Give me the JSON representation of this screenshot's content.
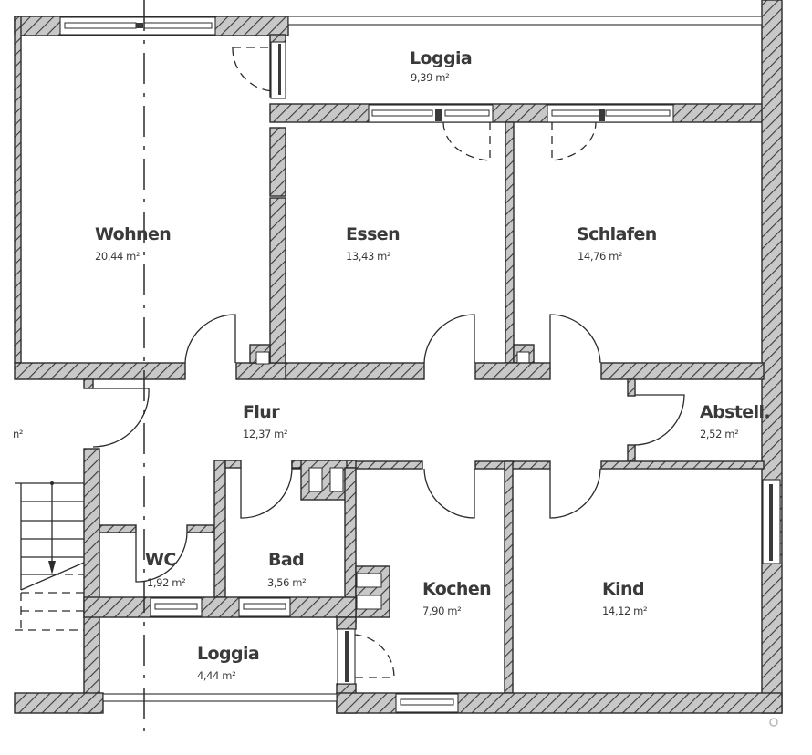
{
  "plan": {
    "type": "floor-plan",
    "colors": {
      "wall_fill": "#c8c8c8",
      "wall_hatch": "#3a3a3a",
      "line": "#2b2b2b",
      "text": "#3a3a3a",
      "background": "#ffffff"
    },
    "rooms": [
      {
        "id": "loggia-top",
        "name": "Loggia",
        "area": "9,39 m²"
      },
      {
        "id": "wohnen",
        "name": "Wohnen",
        "area": "20,44 m²"
      },
      {
        "id": "essen",
        "name": "Essen",
        "area": "13,43 m²"
      },
      {
        "id": "schlafen",
        "name": "Schlafen",
        "area": "14,76 m²"
      },
      {
        "id": "flur",
        "name": "Flur",
        "area": "12,37 m²"
      },
      {
        "id": "abstell",
        "name": "Abstell.",
        "area": "2,52 m²"
      },
      {
        "id": "wc",
        "name": "WC",
        "area": "1,92 m²"
      },
      {
        "id": "bad",
        "name": "Bad",
        "area": "3,56 m²"
      },
      {
        "id": "kochen",
        "name": "Kochen",
        "area": "7,90 m²"
      },
      {
        "id": "kind",
        "name": "Kind",
        "area": "14,12 m²"
      },
      {
        "id": "loggia-bottom",
        "name": "Loggia",
        "area": "4,44 m²"
      }
    ],
    "cutoff_label": "n²"
  }
}
